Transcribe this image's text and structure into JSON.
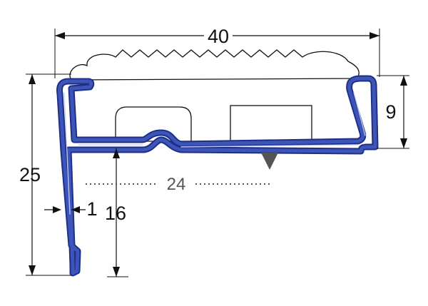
{
  "dimensions": {
    "width_total": "40",
    "height_right": "9",
    "height_left": "25",
    "thickness": "1",
    "inner_height": "16",
    "inner_width": "24"
  },
  "colors": {
    "profile": "#1e2f86",
    "profile_core": "#3d55b8",
    "marker": "#555555",
    "dim_line": "#111111"
  },
  "icons": {
    "direction_marker": "down-triangle-icon"
  }
}
